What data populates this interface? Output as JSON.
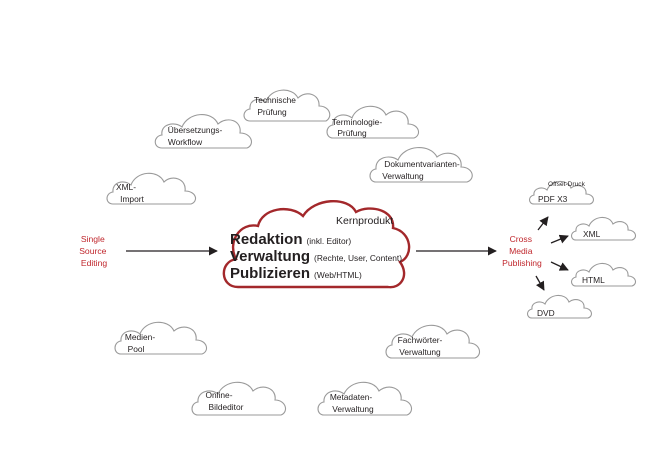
{
  "main_cloud": {
    "title": "Kernprodukt",
    "line1": "Redaktion",
    "line1_sub": "(inkl. Editor)",
    "line2": "Verwaltung",
    "line2_sub": "(Rechte, User, Content)",
    "line3": "Publizieren",
    "line3_sub": "(Web/HTML)"
  },
  "input_label": [
    "Single",
    "Source",
    "Editing"
  ],
  "output_label": [
    "Cross",
    "Media",
    "Publishing"
  ],
  "module_clouds": [
    {
      "lines": [
        "Technische",
        "Prüfung"
      ]
    },
    {
      "lines": [
        "Übersetzungs-",
        "Workflow"
      ]
    },
    {
      "lines": [
        "Terminologie-",
        "Prüfung"
      ]
    },
    {
      "lines": [
        "Dokumentvarianten-",
        "Verwaltung"
      ]
    },
    {
      "lines": [
        "XML-",
        "Import"
      ]
    },
    {
      "lines": [
        "Medien-",
        "Pool"
      ]
    },
    {
      "lines": [
        "Fachwörter-",
        "Verwaltung"
      ]
    },
    {
      "lines": [
        "Online-",
        "Bildeditor"
      ]
    },
    {
      "lines": [
        "Metadaten-",
        "Verwaltung"
      ]
    }
  ],
  "output_clouds": [
    {
      "caption": "Offset-Druck",
      "label": "PDF X3"
    },
    {
      "label": "XML"
    },
    {
      "label": "HTML"
    },
    {
      "label": "DVD"
    }
  ],
  "colors": {
    "accent_red": "#c0272d",
    "main_cloud_stroke": "#a3282b",
    "cloud_stroke": "#9a9a9a",
    "text": "#231f20"
  }
}
